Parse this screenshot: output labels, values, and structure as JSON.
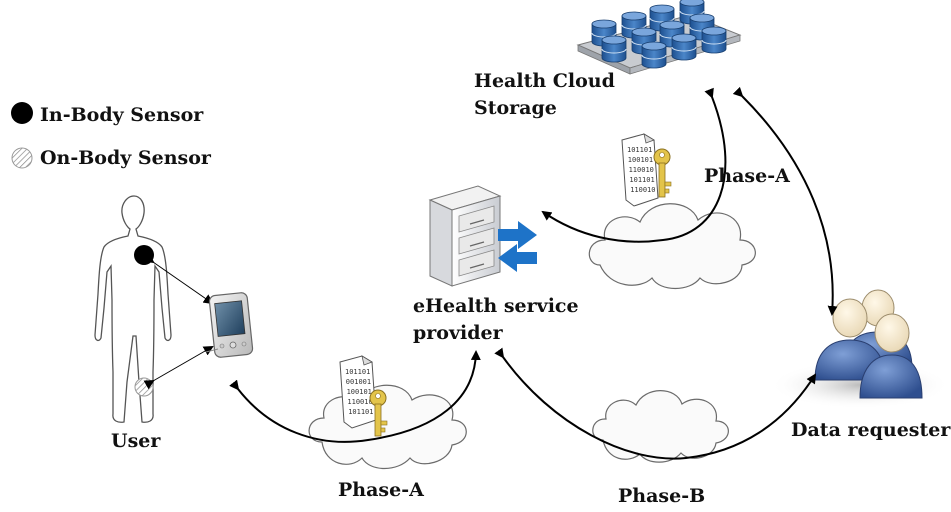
{
  "legend": {
    "in_body": "In-Body Sensor",
    "on_body": "On-Body Sensor"
  },
  "nodes": {
    "cloud_storage": [
      "Health Cloud",
      "Storage"
    ],
    "provider": [
      "eHealth service",
      "provider"
    ],
    "user": "User",
    "requester": "Data requester"
  },
  "phases": {
    "top_right": "Phase-A",
    "bottom_left": "Phase-A",
    "bottom_middle": "Phase-B"
  },
  "document_bits": {
    "top": [
      "101101",
      "100101",
      "110010",
      "101101",
      "110010"
    ],
    "bottom": [
      "101101",
      "001001",
      "100101",
      "110010",
      "101101"
    ]
  },
  "colors": {
    "storage_blue": "#2f66a8",
    "arrow_blue": "#1e73c8",
    "people_blue": "#3e5f9f",
    "key_gold": "#e3c44a"
  }
}
